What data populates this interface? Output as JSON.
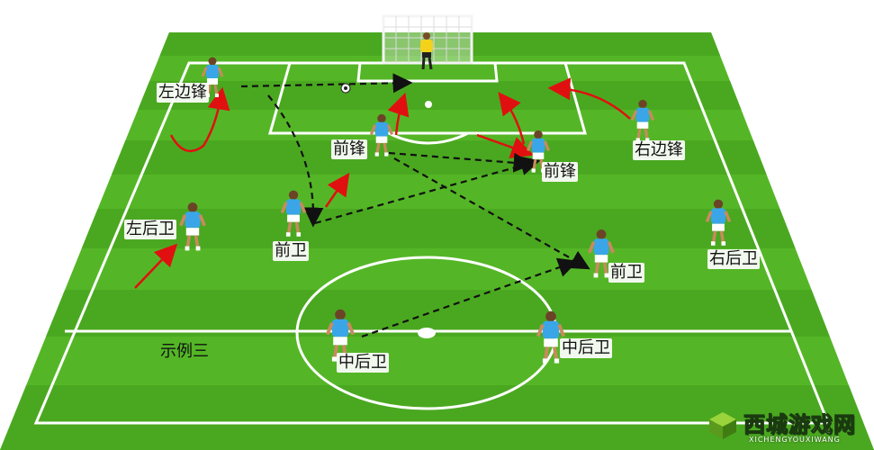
{
  "labels": {
    "left_winger": "左边锋",
    "right_winger": "右边锋",
    "striker_a": "前锋",
    "striker_b": "前锋",
    "left_back": "左后卫",
    "right_back": "右后卫",
    "midfielder_a": "前卫",
    "midfielder_b": "前卫",
    "center_back_a": "中后卫",
    "center_back_b": "中后卫",
    "example_caption": "示例三"
  },
  "watermark": {
    "title": "西城游戏网",
    "subtitle": "XICHENGYOUXIWANG"
  },
  "colors": {
    "pitch_light": "#5cbd2a",
    "pitch_dark": "#4aa820",
    "lines": "#ffffff",
    "player_shirt": "#3aa6e8",
    "player_shorts": "#ffffff",
    "goalkeeper_shirt": "#f2d21b",
    "pass_arrow": "#111111",
    "run_arrow": "#e01010"
  },
  "icons": {
    "ball": "soccer-ball-icon",
    "player": "player-figure-icon",
    "goal": "goal-net-icon",
    "logo": "cube-logo-icon"
  }
}
